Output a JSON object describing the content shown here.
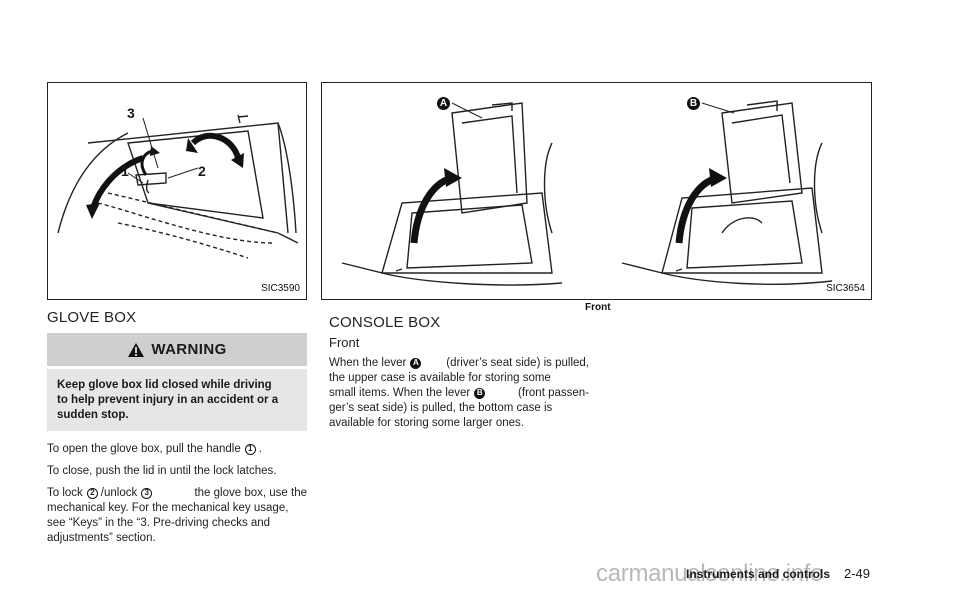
{
  "glove_box_figure": {
    "code": "SIC3590",
    "callouts": [
      "1",
      "2",
      "3"
    ]
  },
  "console_box_figure": {
    "code": "SIC3654",
    "caption": "Front",
    "callouts": [
      "A",
      "B"
    ]
  },
  "glove_box": {
    "heading": "GLOVE BOX",
    "warning_title": "WARNING",
    "warning_lines": [
      "Keep glove box lid closed while driving",
      "to help prevent injury in an accident or a",
      "sudden stop."
    ],
    "p1": {
      "before": "To open the glove box, pull the handle",
      "badge": "1",
      "after": "."
    },
    "p2": "To close, push the lid in until the lock latches.",
    "p3": {
      "before": "To lock",
      "badge1": "2",
      "mid": "/unlock",
      "badge2": "3",
      "after": "the glove box, use the",
      "lines": [
        "mechanical key. For the mechanical key usage,",
        "see “Keys” in the “3. Pre-driving checks and",
        "adjustments” section."
      ]
    }
  },
  "console_box": {
    "heading": "CONSOLE BOX",
    "subheading": "Front",
    "l1": {
      "before": "When the lever",
      "badge": "A",
      "after": "(driver’s seat side) is pulled,"
    },
    "l2": "the upper case is available for storing some",
    "l3": {
      "before": "small items. When the lever",
      "badge": "B",
      "after": "(front passen-"
    },
    "l4": "ger’s seat side) is pulled, the bottom case is",
    "l5": "available for storing some larger ones."
  },
  "footer": {
    "section": "Instruments and controls",
    "page": "2-49"
  },
  "watermark": "carmanualsonline.info"
}
